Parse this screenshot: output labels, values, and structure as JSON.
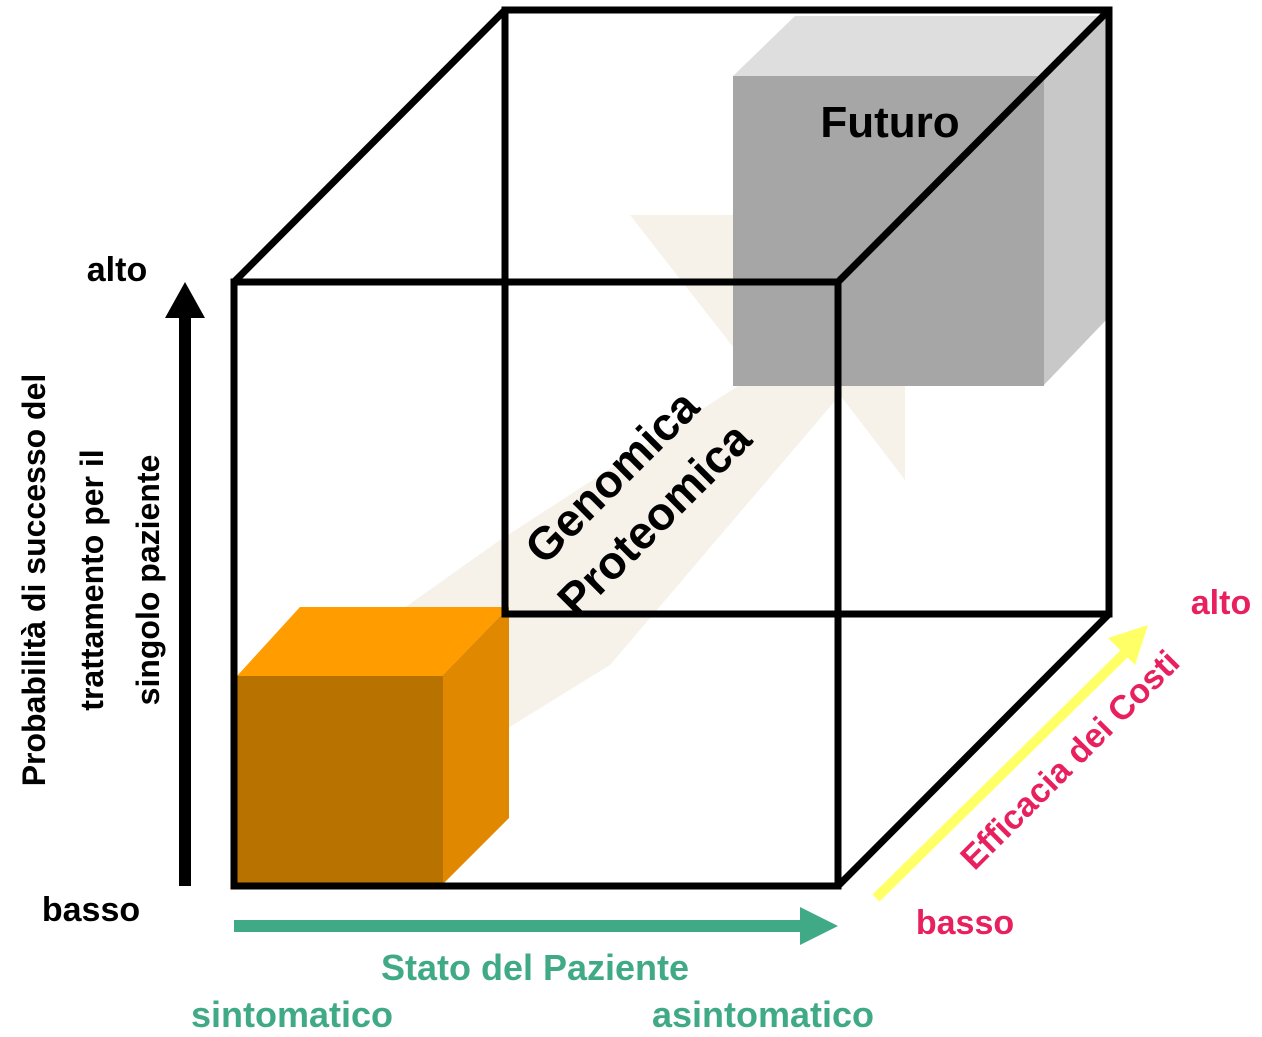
{
  "vertical_axis": {
    "title_lines": [
      "Probabilità di successo del",
      "trattamento per il",
      "singolo paziente"
    ],
    "high_label": "alto",
    "low_label": "basso"
  },
  "horizontal_axis": {
    "title": "Stato del Paziente",
    "left_label": "sintomatico",
    "right_label": "asintomatico"
  },
  "depth_axis": {
    "title": "Efficacia dei Costi",
    "high_label": "alto",
    "low_label": "basso"
  },
  "future_block": {
    "label": "Futuro"
  },
  "transition_arrow": {
    "lines": [
      "Genomica",
      "Proteomica"
    ]
  },
  "colors": {
    "cube_edges": "#000000",
    "present_block_front": "#b87200",
    "present_block_top": "#ff9d00",
    "present_block_side": "#e08800",
    "future_block_front": "#a6a6a6",
    "future_block_top": "#dedede",
    "future_block_side": "#c8c8c8",
    "transition_arrow": "#f6f2ea",
    "vertical_axis": "#000000",
    "horizontal_axis": "#3faa85",
    "depth_axis_arrow": "#ffff66",
    "depth_axis_text": "#e8205e"
  }
}
